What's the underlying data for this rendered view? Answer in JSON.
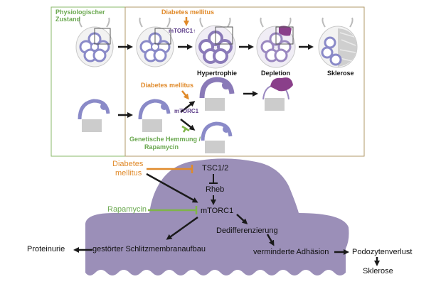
{
  "panel": {
    "state_label_line1": "Physiologischer",
    "state_label_line2": "Zustand"
  },
  "top_row": {
    "diabetes": "Diabetes mellitus",
    "mtorc1": "mTORC1↑",
    "stages": [
      "Hypertrophie",
      "Depletion",
      "Sklerose"
    ]
  },
  "middle_row": {
    "diabetes": "Diabetes mellitus",
    "mtorc1": "mTORC1",
    "inhibition_line1": "Genetische Hemmung /",
    "inhibition_line2": "Rapamycin"
  },
  "pathway": {
    "diabetes_line1": "Diabetes",
    "diabetes_line2": "mellitus",
    "tsc": "TSC1/2",
    "rheb": "Rheb",
    "rapamycin": "Rapamycin",
    "mtorc1": "mTORC1",
    "dedifferentiation": "Dedifferenzierung",
    "slit": "gestörter Schlitzmembranaufbau",
    "proteinuria": "Proteinurie",
    "adhesion": "verminderte Adhäsion",
    "podocyte_loss": "Podozytenverlust",
    "sclerosis": "Sklerose"
  },
  "colors": {
    "frame_green": "#8ab86a",
    "diabetes_orange": "#e08a2a",
    "mtorc_purple": "#5e3f8a",
    "rapamycin_green": "#7fb548",
    "podocyte_fill": "#9b8fb8",
    "arrow_black": "#1a1a1a"
  }
}
